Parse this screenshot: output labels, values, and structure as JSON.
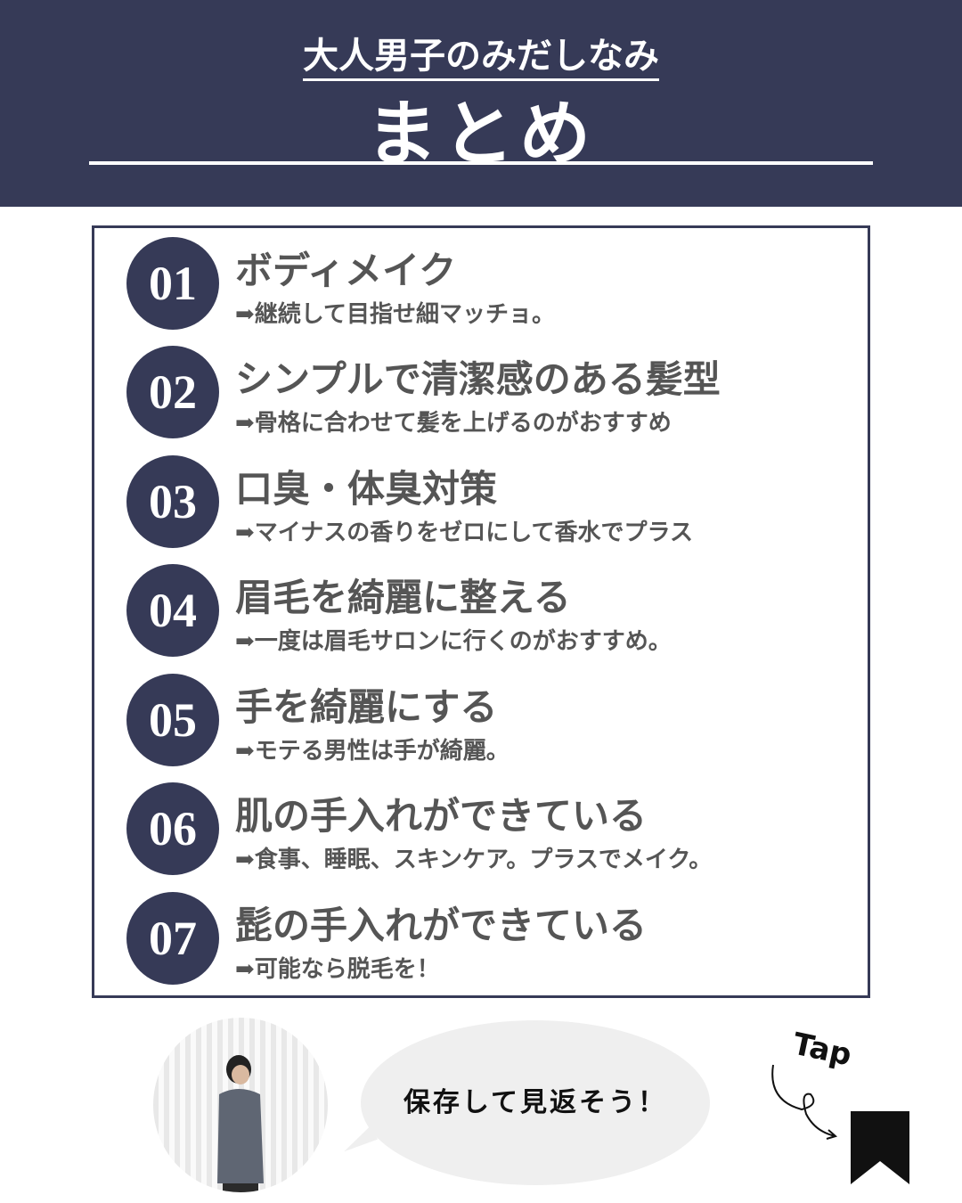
{
  "header": {
    "subtitle": "大人男子のみだしなみ",
    "title": "まとめ"
  },
  "items": [
    {
      "num": "01",
      "title": "ボディメイク",
      "sub": "➡継続して目指せ細マッチョ。"
    },
    {
      "num": "02",
      "title": "シンプルで清潔感のある髪型",
      "sub": "➡骨格に合わせて髪を上げるのがおすすめ"
    },
    {
      "num": "03",
      "title": "口臭・体臭対策",
      "sub": "➡マイナスの香りをゼロにして香水でプラス"
    },
    {
      "num": "04",
      "title": "眉毛を綺麗に整える",
      "sub": "➡一度は眉毛サロンに行くのがおすすめ。"
    },
    {
      "num": "05",
      "title": "手を綺麗にする",
      "sub": "➡モテる男性は手が綺麗。"
    },
    {
      "num": "06",
      "title": "肌の手入れができている",
      "sub": "➡食事、睡眠、スキンケア。プラスでメイク。"
    },
    {
      "num": "07",
      "title": "髭の手入れができている",
      "sub": "➡可能なら脱毛を！"
    }
  ],
  "footer": {
    "bubble": "保存して見返そう！",
    "tap": "Tap"
  },
  "colors": {
    "navy": "#363a57",
    "text": "#555555"
  }
}
